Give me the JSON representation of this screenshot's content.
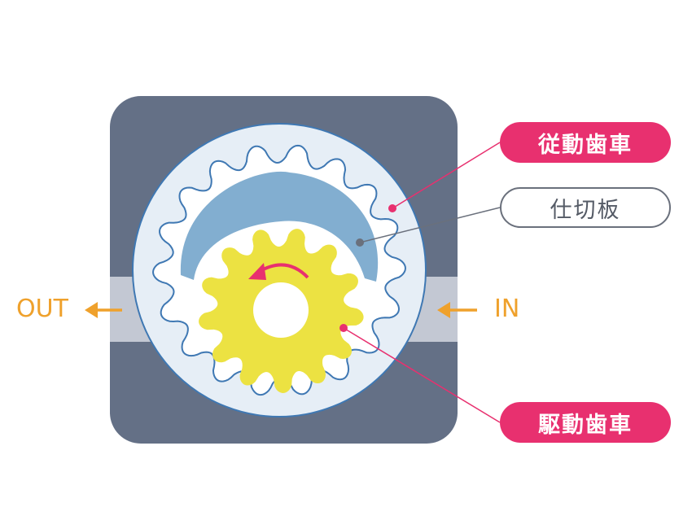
{
  "labels": {
    "driven_gear": "従動歯車",
    "partition_plate": "仕切板",
    "drive_gear": "駆動歯車",
    "out": "OUT",
    "in": "IN"
  },
  "colors": {
    "housing": "#647086",
    "port_channel": "#c3c8d3",
    "ring_fill": "#e6eef6",
    "ring_stroke": "#3f78b3",
    "crescent": "#82aed0",
    "drive_gear": "#ece242",
    "drive_gear_stroke": "#3f78b3",
    "accent_pink": "#e8306f",
    "arrow_orange": "#efa12c",
    "partition_text": "#555b66",
    "partition_border": "#6a707c",
    "leader_grey": "#6a707c",
    "dot_grey": "#6a707c"
  },
  "gears": {
    "driven_teeth": 18,
    "drive_teeth": 13
  }
}
